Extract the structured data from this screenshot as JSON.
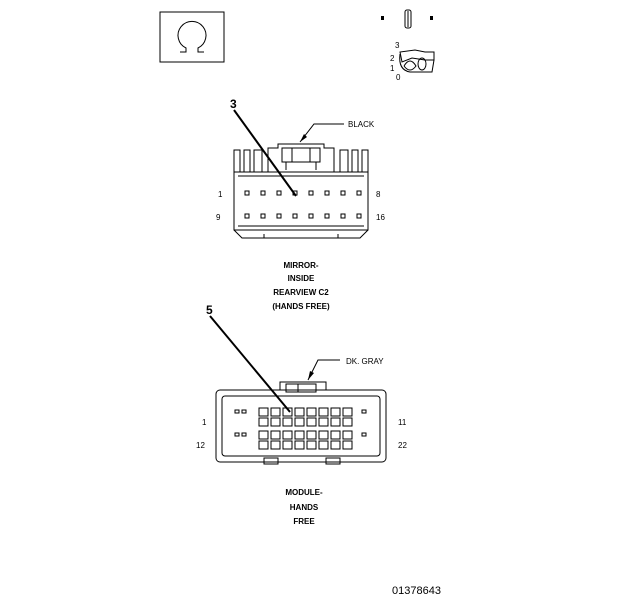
{
  "icons": {
    "warning_symbol": "ohm-icon",
    "connector_locator": "connector-locator-icon"
  },
  "top_connector": {
    "callout": "3",
    "color_label": "BLACK",
    "pin_first_row_start": "1",
    "pin_first_row_end": "8",
    "pin_second_row_start": "9",
    "pin_second_row_end": "16",
    "name_line1": "MIRROR-",
    "name_line2": "INSIDE",
    "name_line3": "REARVIEW C2",
    "name_line4": "(HANDS FREE)"
  },
  "bottom_connector": {
    "callout": "5",
    "color_label": "DK. GRAY",
    "pin_first_row_start": "1",
    "pin_first_row_end": "11",
    "pin_second_row_start": "12",
    "pin_second_row_end": "22",
    "name_line1": "MODULE-",
    "name_line2": "HANDS",
    "name_line3": "FREE"
  },
  "figure_number": "01378643"
}
